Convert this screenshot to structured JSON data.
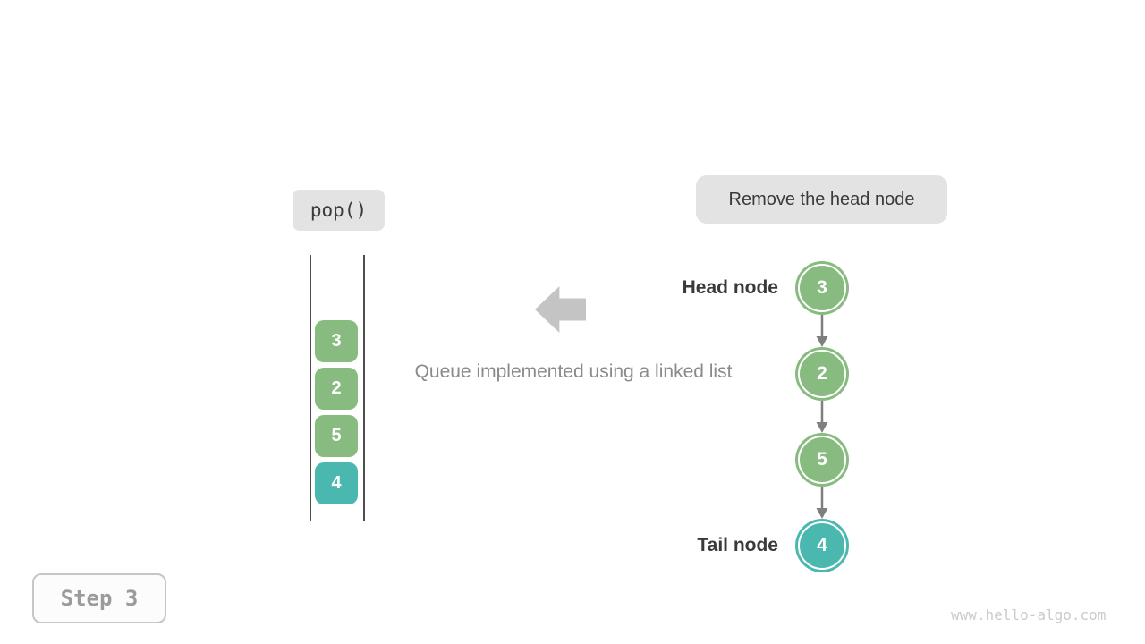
{
  "operation_label": "pop()",
  "annotation": "Remove the head node",
  "caption": "Queue implemented using a linked list",
  "step_label": "Step 3",
  "watermark": "www.hello-algo.com",
  "queue": {
    "cells": [
      {
        "value": "3",
        "type": "green"
      },
      {
        "value": "2",
        "type": "green"
      },
      {
        "value": "5",
        "type": "green"
      },
      {
        "value": "4",
        "type": "teal"
      }
    ]
  },
  "linked_list": {
    "head_label": "Head node",
    "tail_label": "Tail node",
    "nodes": [
      {
        "value": "3",
        "type": "green"
      },
      {
        "value": "2",
        "type": "green"
      },
      {
        "value": "5",
        "type": "green"
      },
      {
        "value": "4",
        "type": "teal"
      }
    ]
  },
  "colors": {
    "green": "#87BB7F",
    "teal": "#4BB8AF",
    "bubble_bg": "#E3E3E3",
    "block_arrow": "#C4C4C4",
    "connector": "#7F7F7F",
    "caption_text": "#8A8A8A",
    "label_text": "#3A3A3A",
    "stack_line": "#4D4D4D",
    "step_border": "#C6C6C6",
    "step_text": "#9B9B9B",
    "watermark_text": "#CBCBCB"
  }
}
